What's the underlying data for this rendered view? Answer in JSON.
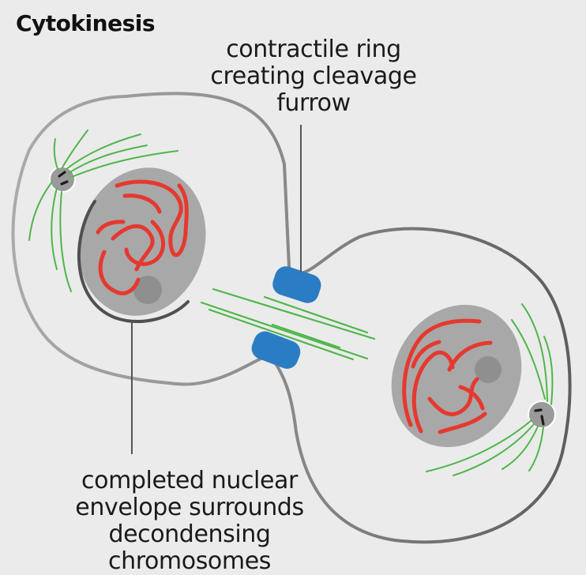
{
  "title": "Cytokinesis",
  "labels": {
    "contractile_ring": [
      "contractile ring",
      "creating cleavage",
      "furrow"
    ],
    "nuclear_envelope": [
      "completed nuclear",
      "envelope surrounds",
      "decondensing chromosomes"
    ]
  },
  "colors": {
    "background": "#ebebeb",
    "cell_outline": "#7d7d7d",
    "nucleus": "#a8a8a8",
    "nucleolus": "#8f8f8f",
    "chromosomes": "#e5392f",
    "spindle": "#4fb64a",
    "contractile_ring": "#2b7dc3",
    "centrosome": "#9a9a9a",
    "centrosome_mark": "#1d1d1d"
  }
}
